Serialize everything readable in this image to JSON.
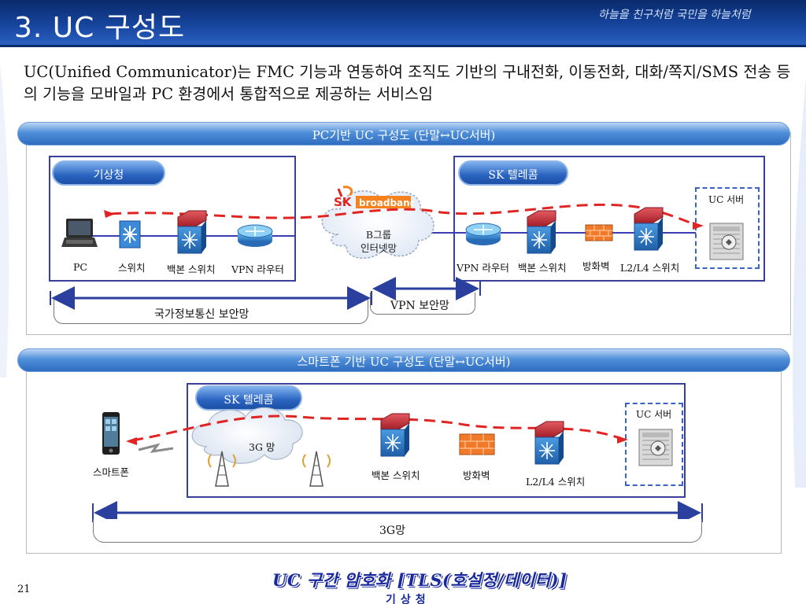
{
  "slide": {
    "title": "3. UC 구성도",
    "slogan": "하늘을 친구처럼  국민을 하늘처럼",
    "page_number": "21"
  },
  "intro": {
    "text": "UC(Unified Communicator)는 FMC 기능과 연동하여 조직도 기반의 구내전화, 이동전화, 대화/쪽지/SMS 전송 등의 기능을 모바일과 PC 환경에서 통합적으로 제공하는 서비스임"
  },
  "pc_section": {
    "bar_label": "PC기반 UC 구성도 (단말↔UC서버)",
    "left_zone_tag": "기상청",
    "right_zone_tag": "SK 텔레콤",
    "cloud_logo_sk": "SK",
    "cloud_logo_brand": "broadband",
    "cloud_label_line1": "B그룹",
    "cloud_label_line2": "인터넷망",
    "server_box_label": "UC 서버",
    "devices": {
      "pc": "PC",
      "switch": "스위치",
      "backbone_switch_left": "백본 스위치",
      "vpn_router_left": "VPN 라우터",
      "vpn_router_right": "VPN 라우터",
      "backbone_switch_right": "백본 스위치",
      "firewall": "방화벽",
      "l2l4_switch": "L2/L4 스위치"
    },
    "ranges": {
      "national_security_net": "국가정보통신 보안망",
      "vpn_security_net": "VPN 보안망"
    }
  },
  "mobile_section": {
    "bar_label": "스마트폰 기반 UC 구성도 (단말↔UC서버)",
    "zone_tag": "SK 텔레콤",
    "cloud_label": "3G 망",
    "server_box_label": "UC 서버",
    "devices": {
      "smartphone": "스마트폰",
      "backbone_switch": "백본 스위치",
      "firewall": "방화벽",
      "l2l4_switch": "L2/L4  스위치"
    },
    "ranges": {
      "threeg_net": "3G망"
    }
  },
  "footer": {
    "banner": "UC 구간 암호화 [TLS(호설정/데이터)]",
    "logo_text": "기상청"
  },
  "colors": {
    "header_navy": "#0a2a6b",
    "section_blue": "#2d6cc0",
    "zone_border": "#3a3f9a",
    "link_line": "#3a3fb0",
    "dashed_flow": "#e02424",
    "range_line": "#2a3f9e",
    "switch_red": "#c8323a",
    "switch_blue": "#2f78c8",
    "router_blue": "#3b8fd6",
    "firewall_orange": "#f07a2a",
    "brand_red": "#e0231c",
    "brand_orange": "#f5821f"
  },
  "icons": {
    "pc": "laptop-pc-icon",
    "switch": "access-switch-icon",
    "backbone_switch": "backbone-switch-icon",
    "router": "vpn-router-icon",
    "firewall": "firewall-icon",
    "server": "uc-server-icon",
    "smartphone": "smartphone-icon",
    "tower": "cell-tower-icon",
    "cloud": "cloud-network-icon",
    "lightning": "wireless-link-icon"
  }
}
